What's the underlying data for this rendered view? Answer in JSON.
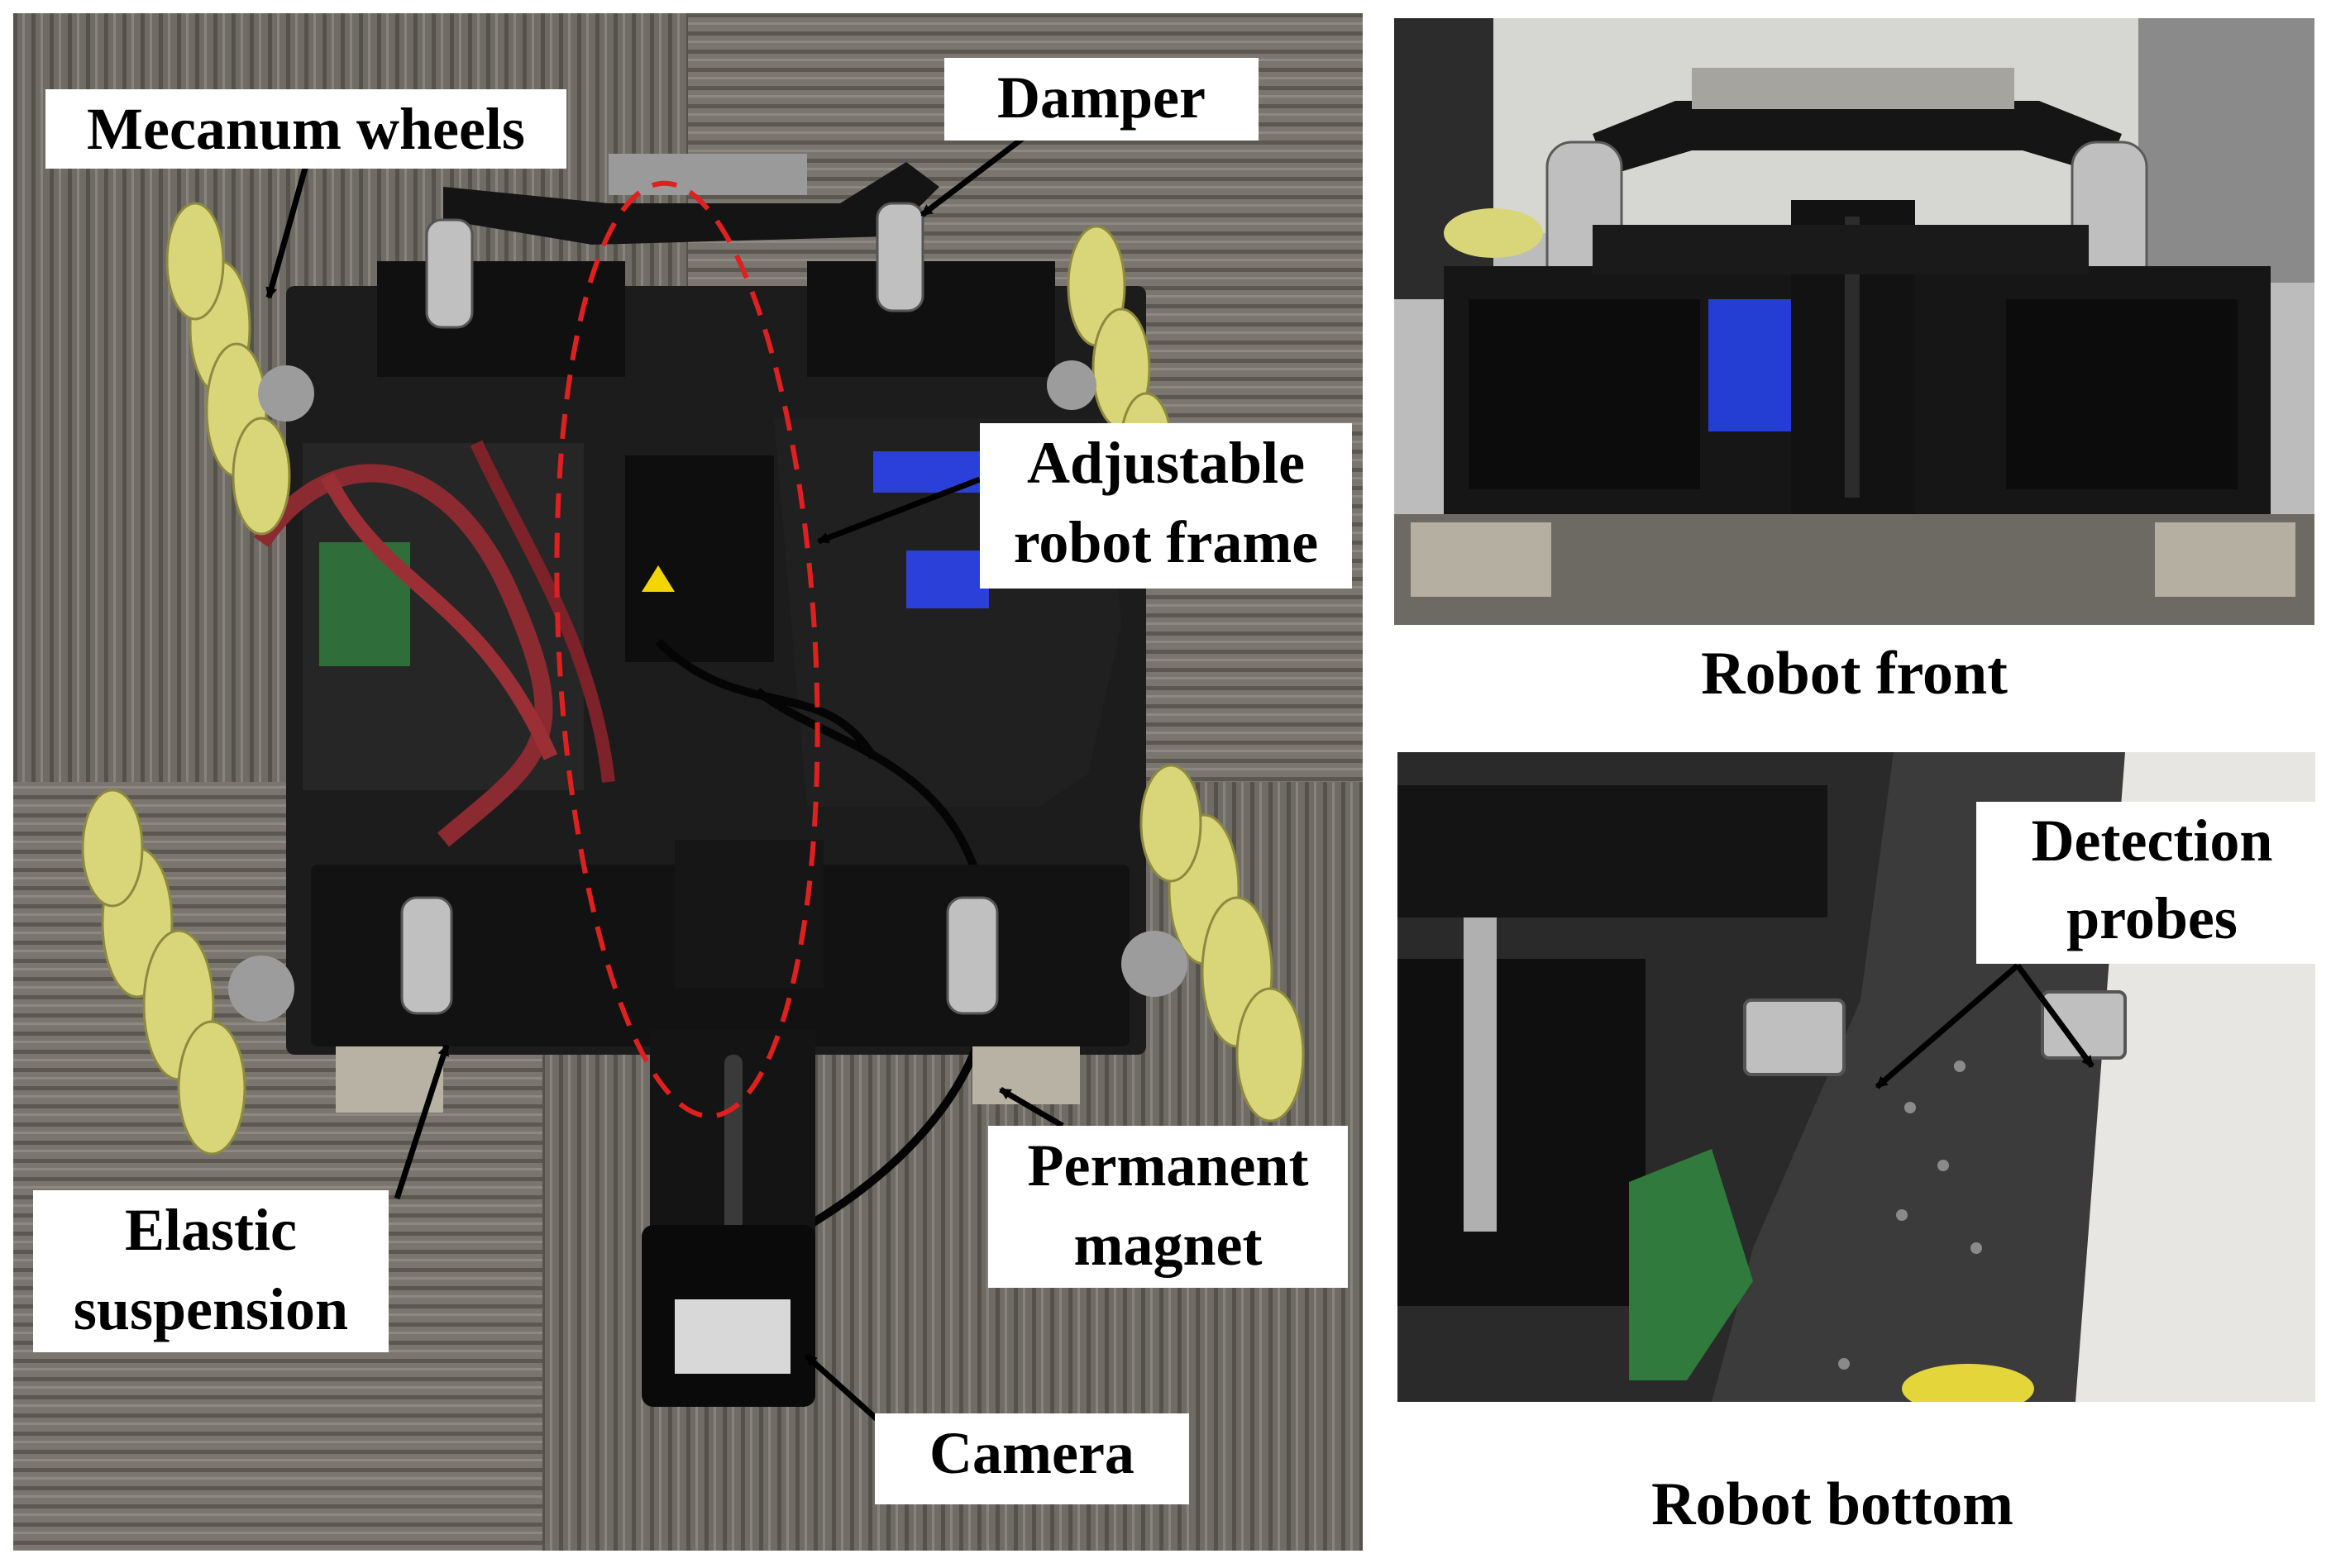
{
  "main_photo": {
    "labels": {
      "mecanum_wheels": "Mecanum wheels",
      "damper": "Damper",
      "adjustable_frame_line1": "Adjustable",
      "adjustable_frame_line2": "robot frame",
      "elastic_line1": "Elastic",
      "elastic_line2": "suspension",
      "magnet_line1": "Permanent",
      "magnet_line2": "magnet",
      "camera": "Camera"
    }
  },
  "front_photo": {
    "caption": "Robot front"
  },
  "bottom_photo": {
    "caption": "Robot bottom",
    "labels": {
      "probes_line1": "Detection",
      "probes_line2": "probes"
    }
  },
  "colors": {
    "outline_dash": "#e02020",
    "wheel_roller": "#d9d67a",
    "frame": "#1a1a1a",
    "carpet": "#6e6a64"
  }
}
